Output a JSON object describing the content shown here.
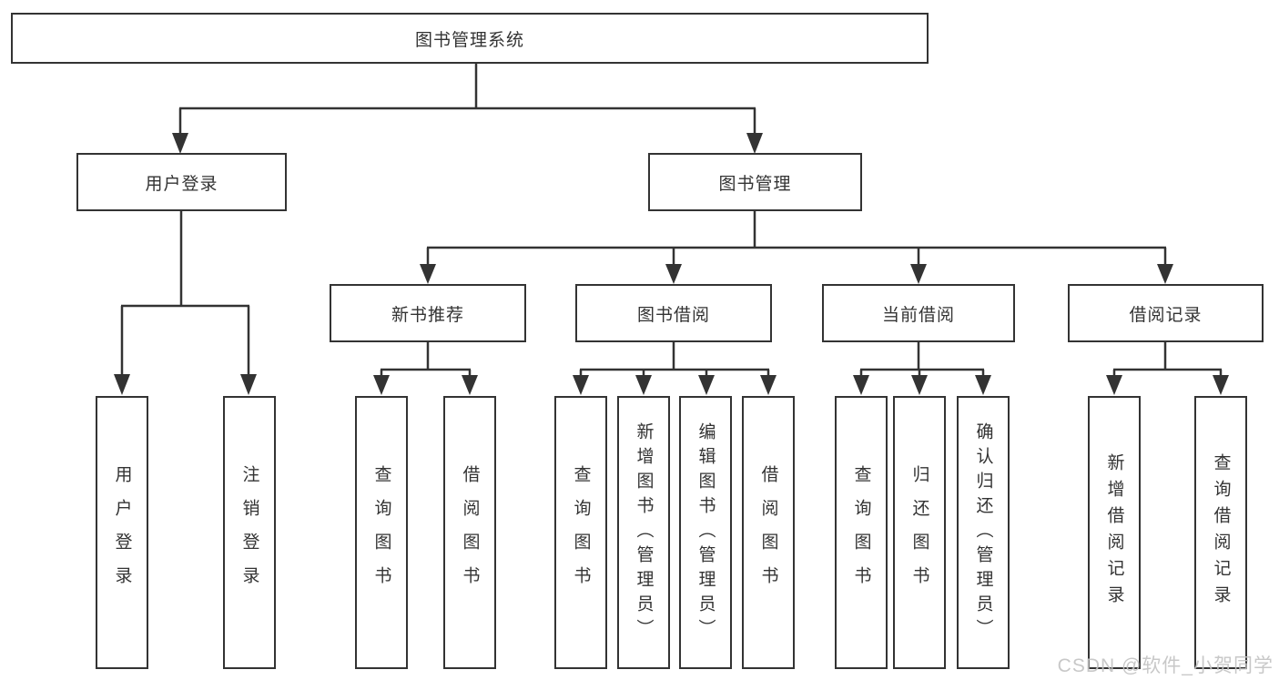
{
  "colors": {
    "line": "#333333",
    "box_border": "#333333",
    "box_fill": "#ffffff",
    "text": "#333333",
    "watermark": "#c3c3c3"
  },
  "watermark": "CSDN @软件_小贺同学",
  "diagram": {
    "root": {
      "label": "图书管理系统"
    },
    "branches": [
      {
        "label": "用户登录",
        "children": [
          {
            "label": "用户登录"
          },
          {
            "label": "注销登录"
          }
        ]
      },
      {
        "label": "图书管理",
        "children": [
          {
            "label": "新书推荐",
            "children": [
              {
                "label": "查询图书"
              },
              {
                "label": "借阅图书"
              }
            ]
          },
          {
            "label": "图书借阅",
            "children": [
              {
                "label": "查询图书"
              },
              {
                "label": "新增图书（管理员）"
              },
              {
                "label": "编辑图书（管理员）"
              },
              {
                "label": "借阅图书"
              }
            ]
          },
          {
            "label": "当前借阅",
            "children": [
              {
                "label": "查询图书"
              },
              {
                "label": "归还图书"
              },
              {
                "label": "确认归还（管理员）"
              }
            ]
          },
          {
            "label": "借阅记录",
            "children": [
              {
                "label": "新增借阅记录"
              },
              {
                "label": "查询借阅记录"
              }
            ]
          }
        ]
      }
    ]
  }
}
